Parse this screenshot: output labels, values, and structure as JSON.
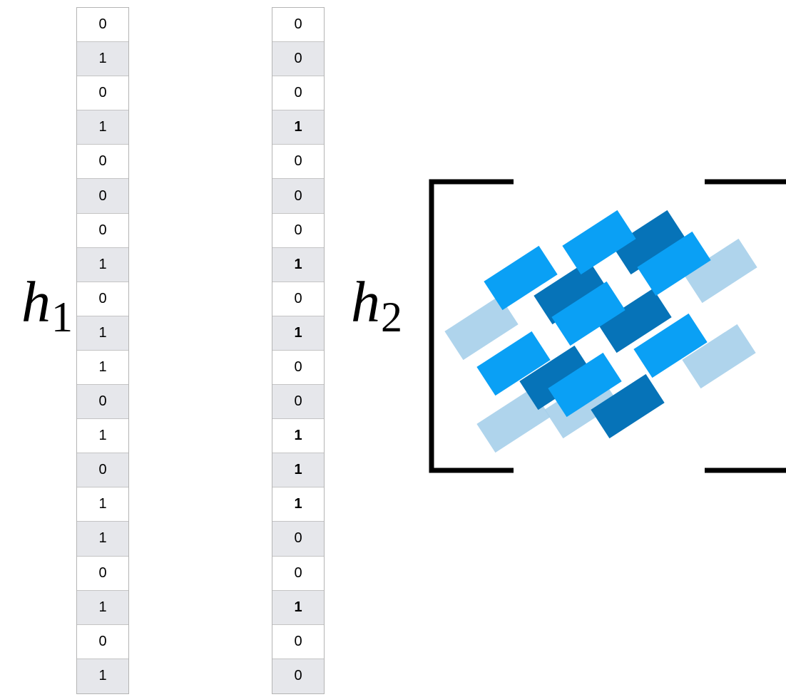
{
  "labels": {
    "h1": {
      "base": "h",
      "sub": "1"
    },
    "h2": {
      "base": "h",
      "sub": "2"
    }
  },
  "vector_h1": [
    "0",
    "1",
    "0",
    "1",
    "0",
    "0",
    "0",
    "1",
    "0",
    "1",
    "1",
    "0",
    "1",
    "0",
    "1",
    "1",
    "0",
    "1",
    "0",
    "1"
  ],
  "vector_h2": [
    "0",
    "0",
    "0",
    "1",
    "0",
    "0",
    "0",
    "1",
    "0",
    "1",
    "0",
    "0",
    "1",
    "1",
    "1",
    "0",
    "0",
    "1",
    "0",
    "0"
  ],
  "colors": {
    "row_alt": "#e6e7eb",
    "tile_bright": "#0aa0f5",
    "tile_dark": "#0673b8",
    "tile_light": "#a6cfea",
    "bracket": "#000000"
  }
}
